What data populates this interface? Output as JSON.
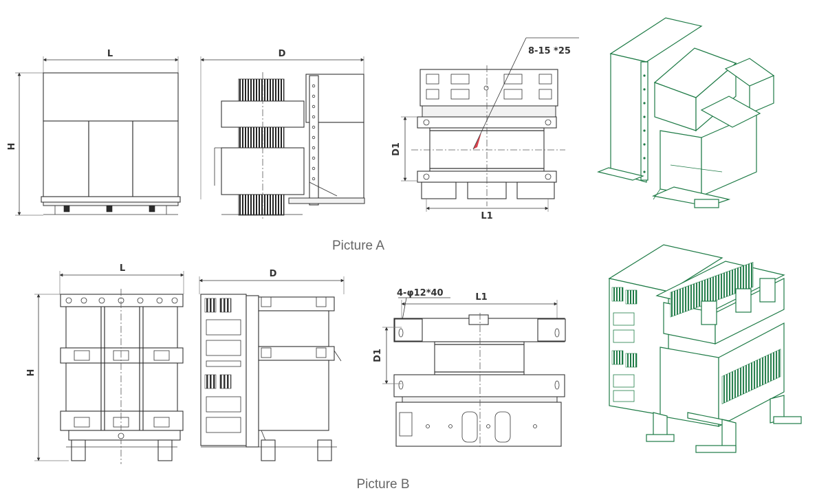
{
  "picture_a": {
    "caption": "Picture A",
    "front_view": {
      "width_label": "L",
      "height_label": "H"
    },
    "side_view": {
      "depth_label": "D"
    },
    "top_view": {
      "mount_label": "D1",
      "length_label": "L1",
      "slot_note": "8-15 *25"
    },
    "iso_view": {}
  },
  "picture_b": {
    "caption": "Picture B",
    "front_view": {
      "width_label": "L",
      "height_label": "H"
    },
    "side_view": {
      "depth_label": "D"
    },
    "top_view": {
      "mount_label": "D1",
      "length_label": "L1",
      "hole_note": "4-φ12*40"
    },
    "iso_view": {}
  },
  "colors": {
    "line": "#333333",
    "iso_line": "#1d7a45",
    "caption": "#666666"
  }
}
